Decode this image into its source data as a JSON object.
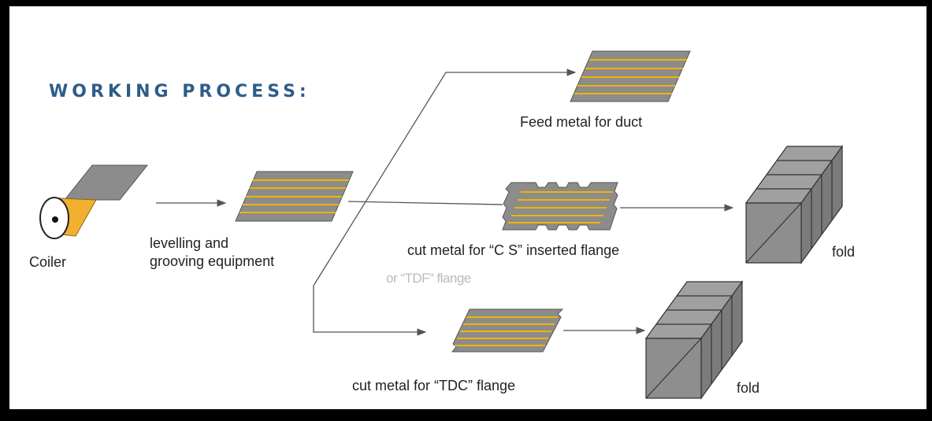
{
  "title": "WORKING PROCESS:",
  "labels": {
    "coiler": "Coiler",
    "levelling": "levelling and",
    "grooving": "grooving equipment",
    "feed": "Feed metal for duct",
    "cs_flange": "cut metal for “C S” inserted flange",
    "cs_flange_2": "or “TDF” flange",
    "tdc_flange": "cut metal for “TDC” flange",
    "fold_top": "fold",
    "fold_bottom": "fold"
  },
  "colors": {
    "sheet": "#8c8c8c",
    "sheet_dark": "#7a7a7a",
    "groove": "#f0b400",
    "coil_inner": "#f2b030",
    "arrow": "#555555",
    "box_face": "#8e8e8e",
    "box_top": "#a0a0a0",
    "box_side": "#7b7b7b",
    "title": "#2f5c8a"
  }
}
